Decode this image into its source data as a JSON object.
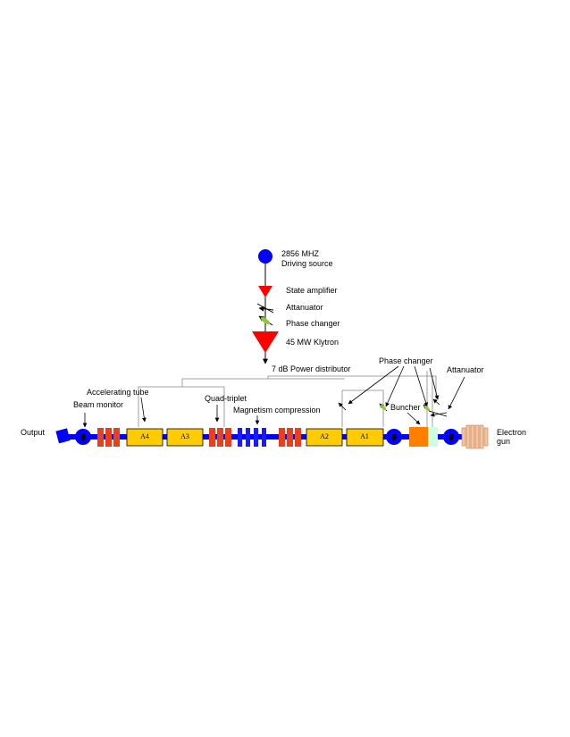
{
  "source": {
    "freq": "2856 MHZ",
    "name": "Driving source"
  },
  "chain": {
    "state_amplifier": "State amplifier",
    "attenuator": "Attanuator",
    "phase_changer": "Phase changer",
    "klystron": "45 MW Klytron"
  },
  "distributor": "7 dB Power distributor",
  "labels": {
    "phase_changer": "Phase changer",
    "attenuator": "Attanuator",
    "accelerating_tube": "Accelerating tube",
    "beam_monitor": "Beam monitor",
    "output": "Output",
    "quad_triplet": "Quad-triplet",
    "magnetism_compression": "Magnetism compression",
    "buncher": "Buncher",
    "electron_gun_line1": "Electron",
    "electron_gun_line2": "gun"
  },
  "tubes": [
    "A4",
    "A3",
    "A2",
    "A1"
  ],
  "colors": {
    "source": "#0000ff",
    "amplifier": "#ff0000",
    "klystron": "#ff0000",
    "tube": "#ffcc00",
    "quad": "#e8401c",
    "compression": "#1a1aff",
    "buncher": "#ff7f00",
    "buncher_adj": "#ccffdd",
    "beamline": "#0000ff",
    "gun": "#f5c49a",
    "phase_changer": "#88cc33"
  }
}
